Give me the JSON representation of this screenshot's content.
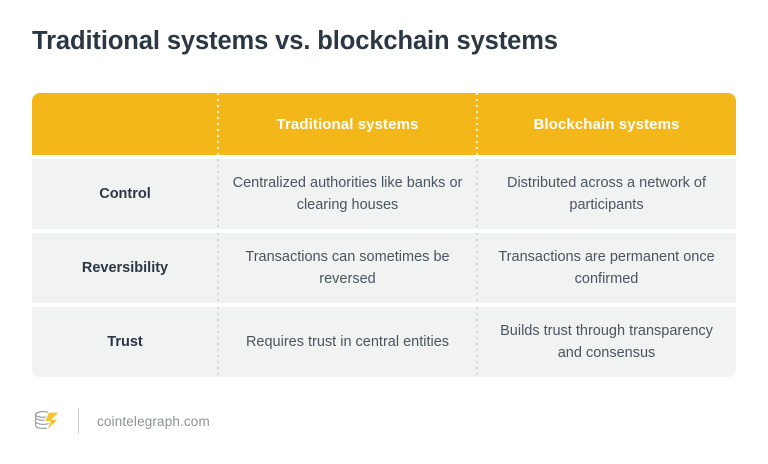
{
  "page": {
    "title": "Traditional systems vs. blockchain systems",
    "background": "#ffffff"
  },
  "colors": {
    "header_bg": "#f4b71a",
    "row_bg": "#f1f2f2",
    "title_text": "#2b3844",
    "header_text": "#ffffff",
    "body_text": "#4a5560",
    "divider": "#d3dadd",
    "footer_text": "#8b9298",
    "logo_bolt": "#f4c430",
    "logo_coins": "#9aa0a6"
  },
  "chart_data": {
    "type": "table",
    "title": "Traditional systems vs. blockchain systems",
    "columns": [
      "",
      "Traditional systems",
      "Blockchain systems"
    ],
    "rows": [
      {
        "label": "Control",
        "traditional": "Centralized authorities like banks or clearing houses",
        "blockchain": "Distributed across a network of participants"
      },
      {
        "label": "Reversibility",
        "traditional": "Transactions can sometimes be reversed",
        "blockchain": "Transactions are permanent once confirmed"
      },
      {
        "label": "Trust",
        "traditional": "Requires trust in central entities",
        "blockchain": "Builds trust through transparency and consensus"
      }
    ]
  },
  "table": {
    "header": {
      "label_col": "",
      "col1": "Traditional systems",
      "col2": "Blockchain systems"
    },
    "rows": [
      {
        "label": "Control",
        "col1": "Centralized authorities like banks or clearing houses",
        "col2": "Distributed across a network of participants"
      },
      {
        "label": "Reversibility",
        "col1": "Transactions can sometimes be reversed",
        "col2": "Transactions are permanent once confirmed"
      },
      {
        "label": "Trust",
        "col1": "Requires trust in central entities",
        "col2": "Builds trust through transparency and consensus"
      }
    ]
  },
  "footer": {
    "logo_name": "cointelegraph-logo-icon",
    "site": "cointelegraph.com"
  }
}
